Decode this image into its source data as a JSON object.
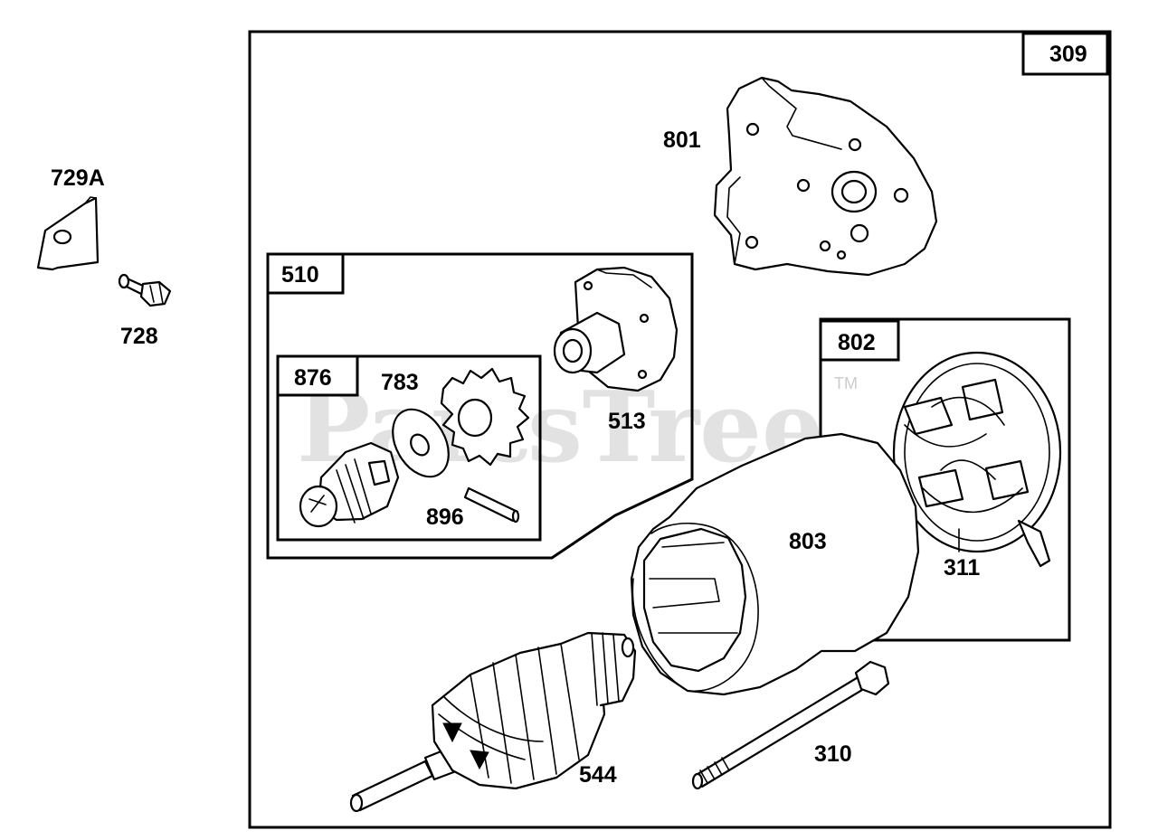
{
  "watermark": {
    "text": "PartsTree",
    "tm": "TM"
  },
  "frames": {
    "main": "309",
    "drive_assembly": "510",
    "drive_sub": "876",
    "end_cap_assembly": "802"
  },
  "callouts": {
    "bracket": "729A",
    "screw": "728",
    "mount_plate": "801",
    "drive_housing": "513",
    "pinion_gear": "783",
    "pin": "896",
    "housing": "803",
    "brush_holder": "311",
    "armature": "544",
    "bolt": "310"
  }
}
